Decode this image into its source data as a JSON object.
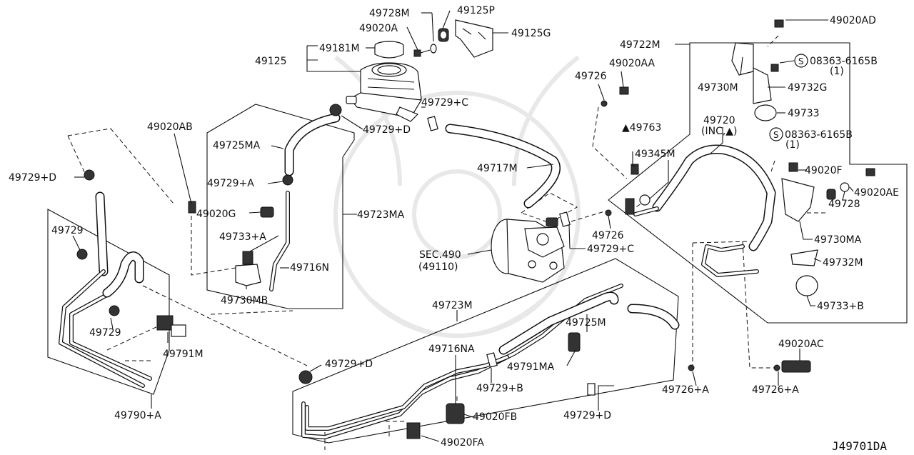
{
  "diagram_code": "J49701DA",
  "labels": {
    "p49728M": "49728M",
    "p49125P": "49125P",
    "p49020A": "49020A",
    "p49125G": "49125G",
    "p49181M": "49181M",
    "p49125": "49125",
    "p49729C_top": "49729+C",
    "p49729D_top": "49729+D",
    "p49020AB": "49020AB",
    "p49725MA": "49725MA",
    "p49729D_left": "49729+D",
    "p49729A": "49729+A",
    "p49020G": "49020G",
    "p49723MA": "49723MA",
    "p49733A": "49733+A",
    "p49716N": "49716N",
    "p49730MB": "49730MB",
    "p49729_a": "49729",
    "p49729_b": "49729",
    "p49791M": "49791M",
    "p49790A": "49790+A",
    "p49717M": "49717M",
    "sec490": "SEC.490",
    "sec490_sub": "(49110)",
    "p49729C_mid": "49729+C",
    "p49726_mid": "49726",
    "p49723M": "49723M",
    "p49725M": "49725M",
    "p49716NA": "49716NA",
    "p49729D_bot": "49729+D",
    "p49791MA": "49791MA",
    "p49729B": "49729+B",
    "p49020FB": "49020FB",
    "p49729D_bot2": "49729+D",
    "p49020FA": "49020FA",
    "p49726_top": "49726",
    "p49020AA": "49020AA",
    "p49763": "▲49763",
    "p49345M": "49345M",
    "p49722M": "49722M",
    "p49020AD": "49020AD",
    "p49730M": "49730M",
    "bolt1": "08363-6165B",
    "bolt1_qty": "(1)",
    "p49732G": "49732G",
    "p49733": "49733",
    "p49720": "49720",
    "p49720_sub": "(INC,▲)",
    "bolt2": "08363-6165B",
    "bolt2_qty": "(1)",
    "p49020F": "49020F",
    "p49020AE": "49020AE",
    "p49728": "49728",
    "p49730MA": "49730MA",
    "p49732M": "49732M",
    "p49733B": "49733+B",
    "p49020AC": "49020AC",
    "p49726A_1": "49726+A",
    "p49726A_2": "49726+A",
    "s_mark": "S"
  }
}
